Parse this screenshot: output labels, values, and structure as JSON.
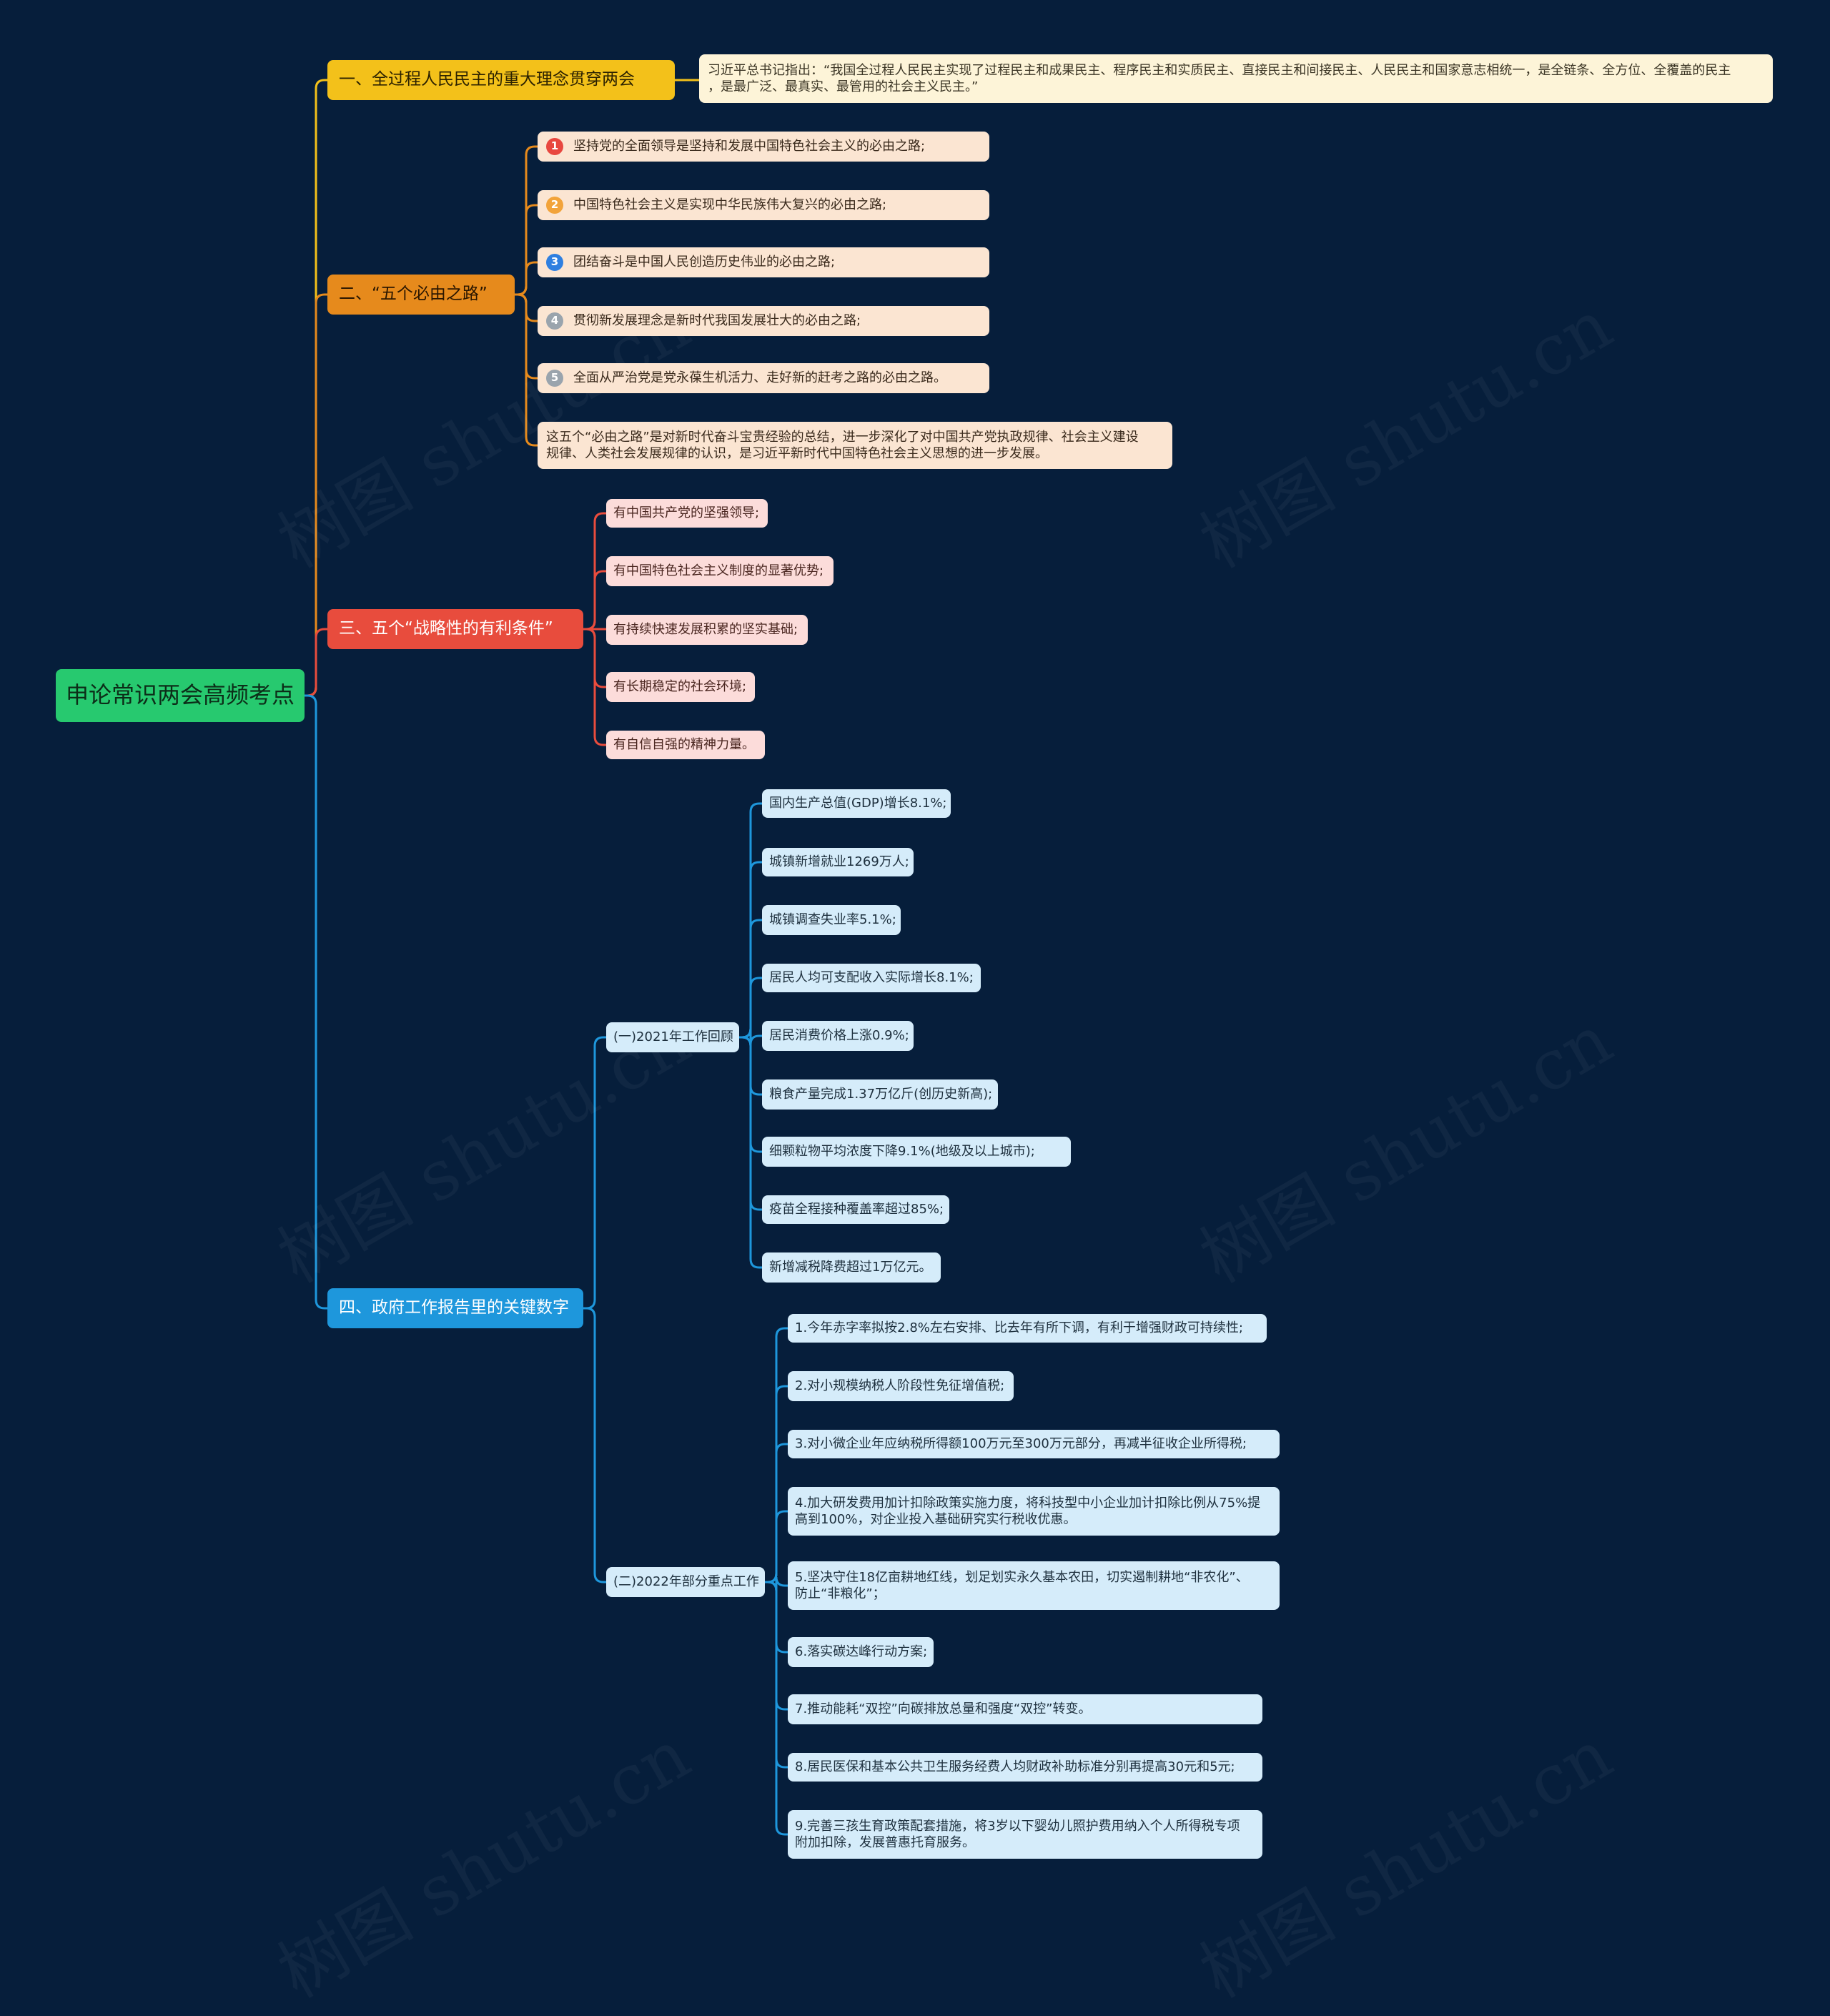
{
  "root": {
    "label": "申论常识两会高频考点"
  },
  "branches": {
    "b1": {
      "label": "一、全过程人民民主的重大理念贯穿两会",
      "quote": [
        "习近平总书记指出：“我国全过程人民民主实现了过程民主和成果民主、程序民主和实质民主、直接民主和间接民主、人民民主和国家意志相统一，是全链条、全方位、全覆盖的民主",
        "，是最广泛、最真实、最管用的社会主义民主。”"
      ]
    },
    "b2": {
      "label": "二、“五个必由之路”",
      "items": [
        {
          "num": "1",
          "color": "#e8473f",
          "text": "坚持党的全面领导是坚持和发展中国特色社会主义的必由之路;"
        },
        {
          "num": "2",
          "color": "#f2a33a",
          "text": "中国特色社会主义是实现中华民族伟大复兴的必由之路;"
        },
        {
          "num": "3",
          "color": "#2f7fe0",
          "text": "团结奋斗是中国人民创造历史伟业的必由之路;"
        },
        {
          "num": "4",
          "color": "#9aa4ad",
          "text": "贯彻新发展理念是新时代我国发展壮大的必由之路;"
        },
        {
          "num": "5",
          "color": "#9aa4ad",
          "text": "全面从严治党是党永葆生机活力、走好新的赶考之路的必由之路。"
        }
      ],
      "summary": [
        "这五个“必由之路”是对新时代奋斗宝贵经验的总结，进一步深化了对中国共产党执政规律、社会主义建设",
        "规律、人类社会发展规律的认识，是习近平新时代中国特色社会主义思想的进一步发展。"
      ]
    },
    "b3": {
      "label": "三、五个“战略性的有利条件”",
      "items": [
        "有中国共产党的坚强领导;",
        "有中国特色社会主义制度的显著优势;",
        "有持续快速发展积累的坚实基础;",
        "有长期稳定的社会环境;",
        "有自信自强的精神力量。"
      ]
    },
    "b4": {
      "label": "四、政府工作报告里的关键数字",
      "sub1": {
        "label": "(一)2021年工作回顾",
        "items": [
          "国内生产总值(GDP)增长8.1%;",
          "城镇新增就业1269万人;",
          "城镇调查失业率5.1%;",
          "居民人均可支配收入实际增长8.1%;",
          "居民消费价格上涨0.9%;",
          "粮食产量完成1.37万亿斤(创历史新高);",
          "细颗粒物平均浓度下降9.1%(地级及以上城市);",
          "疫苗全程接种覆盖率超过85%;",
          "新增减税降费超过1万亿元。"
        ]
      },
      "sub2": {
        "label": "(二)2022年部分重点工作",
        "items": [
          [
            "1.今年赤字率拟按2.8%左右安排、比去年有所下调，有利于增强财政可持续性;"
          ],
          [
            "2.对小规模纳税人阶段性免征增值税;"
          ],
          [
            "3.对小微企业年应纳税所得额100万元至300万元部分，再减半征收企业所得税;"
          ],
          [
            "4.加大研发费用加计扣除政策实施力度，将科技型中小企业加计扣除比例从75%提",
            "高到100%，对企业投入基础研究实行税收优惠。"
          ],
          [
            "5.坚决守住18亿亩耕地红线，划足划实永久基本农田，切实遏制耕地“非农化”、",
            "防止“非粮化”；"
          ],
          [
            "6.落实碳达峰行动方案;"
          ],
          [
            "7.推动能耗“双控”向碳排放总量和强度“双控”转变。"
          ],
          [
            "8.居民医保和基本公共卫生服务经费人均财政补助标准分别再提高30元和5元;"
          ],
          [
            "9.完善三孩生育政策配套措施，将3岁以下婴幼儿照护费用纳入个人所得税专项",
            "附加扣除，发展普惠托育服务。"
          ]
        ]
      }
    }
  },
  "watermark": "树图 shutu.cn",
  "colors": {
    "background": "#061e3b",
    "root": "#27c96f",
    "branch1": "#f3c11a",
    "branch2": "#e68a1c",
    "branch3": "#e84c3d",
    "branch4": "#1e97dc"
  }
}
